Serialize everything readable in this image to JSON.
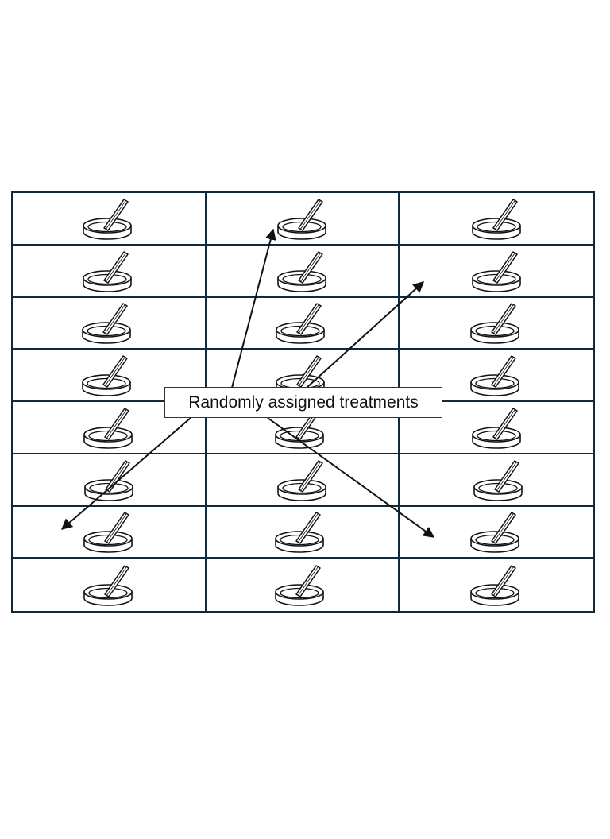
{
  "grid": {
    "rows": 8,
    "columns": 3,
    "cell_icon": "petri-dish-with-spreader-icon"
  },
  "label": {
    "text": "Randomly assigned treatments"
  },
  "colors": {
    "grid_line": "#0f2a3a",
    "stroke": "#111111",
    "background": "#ffffff"
  }
}
